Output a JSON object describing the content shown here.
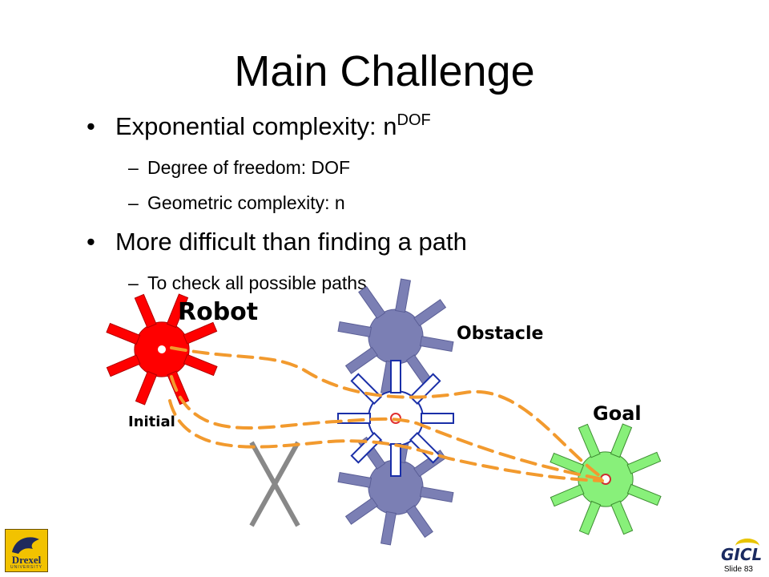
{
  "slide": {
    "title": "Main Challenge",
    "bullets": [
      {
        "text": "Exponential complexity: n",
        "sup": "DOF"
      },
      {
        "text": "Degree of freedom: DOF"
      },
      {
        "text": "Geometric complexity: n"
      },
      {
        "text": "More difficult than finding a path"
      },
      {
        "text": "To check all possible paths"
      }
    ],
    "bullet_marker": "•",
    "sub_marker": "–",
    "slide_number": "Slide 83"
  },
  "diagram": {
    "labels": {
      "robot": "Robot",
      "obstacle": "Obstacle",
      "goal": "Goal",
      "initial": "Initial",
      "blocked_mark": "X"
    },
    "colors": {
      "robot": "#ff0000",
      "obstacle": "#7b7fb4",
      "goal": "#88f07a",
      "path": "#f29a2e",
      "candidate_outline": "#1a2fa8"
    }
  },
  "logos": {
    "left": {
      "text": "Drexel",
      "subtext": "UNIVERSITY"
    },
    "right": {
      "text": "GICL"
    }
  }
}
